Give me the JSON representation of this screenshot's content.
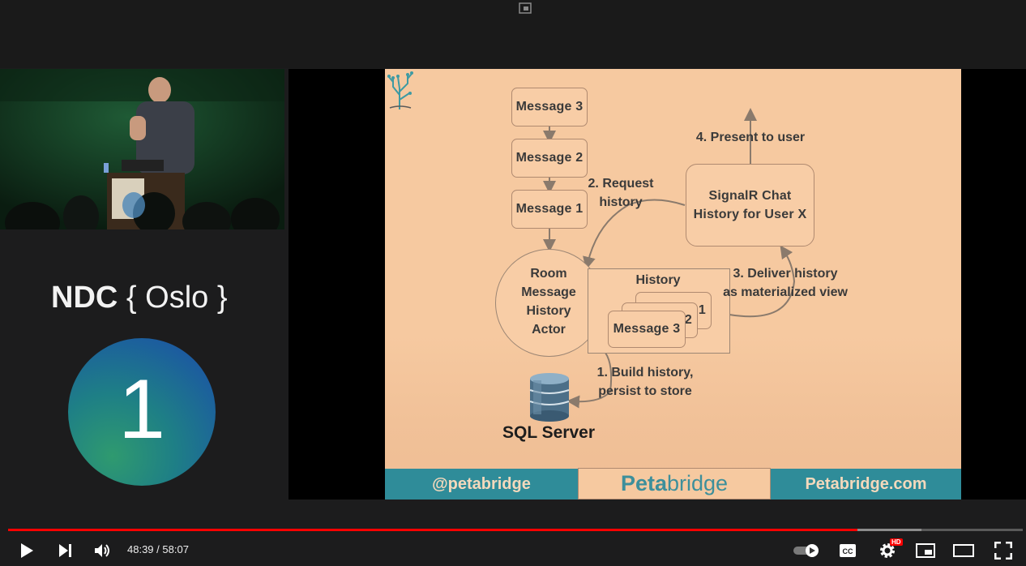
{
  "player": {
    "time_current": "48:39",
    "time_separator": " / ",
    "time_total": "58:07",
    "progress_fraction": 0.837,
    "buffered_fraction": 0.9,
    "accent_color": "#ff0000",
    "hd_badge": "HD",
    "controls": [
      "play-icon",
      "next-icon",
      "volume-icon",
      "autoplay-toggle",
      "captions-icon",
      "settings-icon",
      "miniplayer-icon",
      "theater-icon",
      "fullscreen-icon"
    ]
  },
  "conference": {
    "name": "NDC",
    "brace_open": "{",
    "city": "Oslo",
    "brace_close": "}",
    "room_number": "1"
  },
  "slide": {
    "messages": [
      "Message 3",
      "Message 2",
      "Message 1"
    ],
    "actor_label": "Room\nMessage\nHistory\nActor",
    "history_title": "History",
    "history_stack": [
      "Message 3",
      "2",
      "1"
    ],
    "signalr_label": "SignalR Chat\nHistory for User X",
    "step1": "1. Build history,\npersist to store",
    "step2": "2. Request\nhistory",
    "step3": "3. Deliver history\nas materialized view",
    "step4": "4. Present to user",
    "db_label": "SQL Server",
    "footer_left": "@petabridge",
    "footer_brand_a": "Peta",
    "footer_brand_b": "bridge",
    "footer_right": "Petabridge.com"
  }
}
